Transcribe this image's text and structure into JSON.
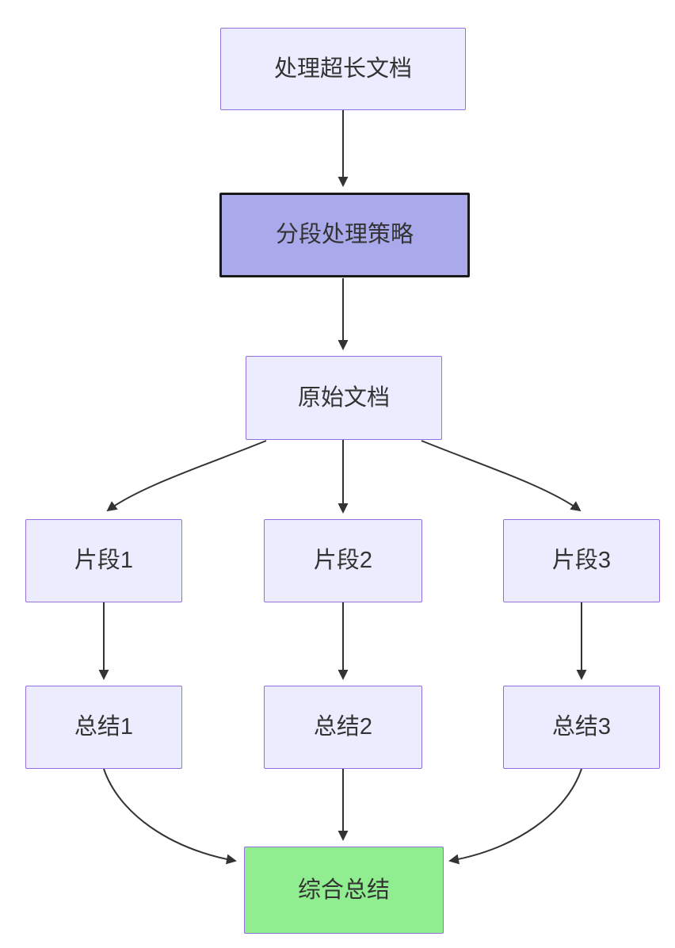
{
  "diagram": {
    "type": "flowchart",
    "direction": "top-down",
    "nodes": {
      "a": {
        "label": "处理超长文档",
        "style": "default"
      },
      "b": {
        "label": "分段处理策略",
        "style": "emphasis"
      },
      "c": {
        "label": "原始文档",
        "style": "default"
      },
      "d1": {
        "label": "片段1",
        "style": "default"
      },
      "d2": {
        "label": "片段2",
        "style": "default"
      },
      "d3": {
        "label": "片段3",
        "style": "default"
      },
      "e1": {
        "label": "总结1",
        "style": "default"
      },
      "e2": {
        "label": "总结2",
        "style": "default"
      },
      "e3": {
        "label": "总结3",
        "style": "default"
      },
      "f": {
        "label": "综合总结",
        "style": "success"
      }
    },
    "edges": [
      {
        "from": "a",
        "to": "b"
      },
      {
        "from": "b",
        "to": "c"
      },
      {
        "from": "c",
        "to": "d1"
      },
      {
        "from": "c",
        "to": "d2"
      },
      {
        "from": "c",
        "to": "d3"
      },
      {
        "from": "d1",
        "to": "e1"
      },
      {
        "from": "d2",
        "to": "e2"
      },
      {
        "from": "d3",
        "to": "e3"
      },
      {
        "from": "e1",
        "to": "f"
      },
      {
        "from": "e2",
        "to": "f"
      },
      {
        "from": "e3",
        "to": "f"
      }
    ],
    "colors": {
      "node_fill": "#ECECFF",
      "node_border": "#9370DB",
      "emphasis_fill": "#A9A9EB",
      "emphasis_border": "#1A1A1A",
      "success_fill": "#90EE90",
      "success_border": "#9370DB",
      "edge": "#333333",
      "text": "#333333",
      "background": "#FFFFFF"
    }
  }
}
